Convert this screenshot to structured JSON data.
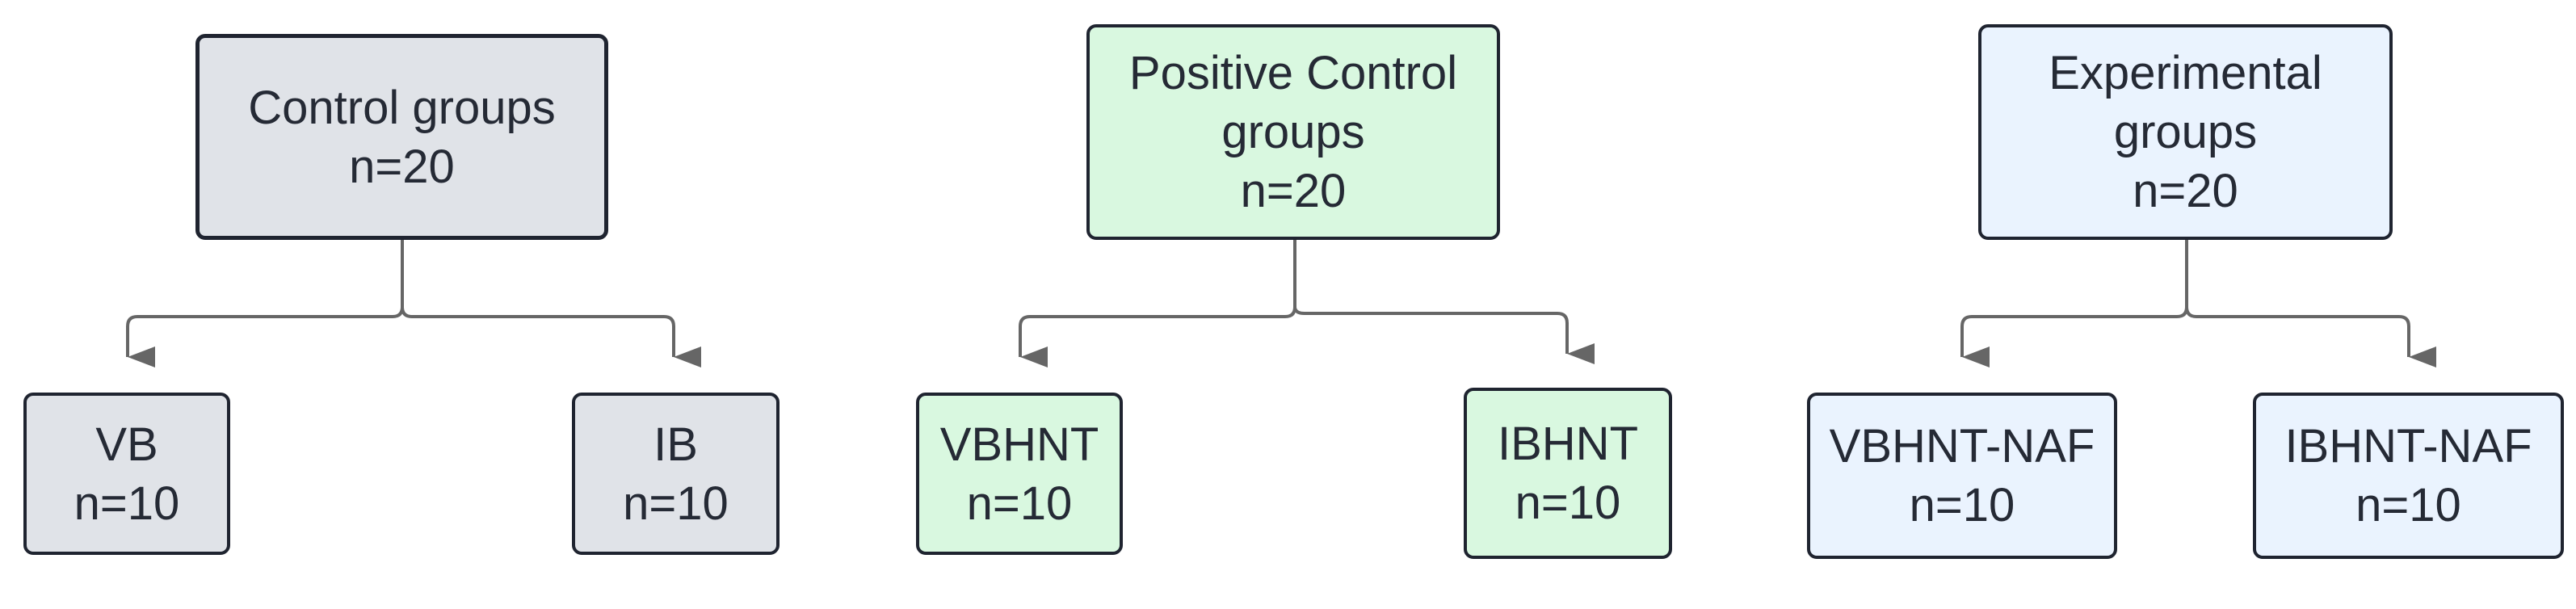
{
  "colors": {
    "control_fill": "#e0e3e8",
    "positive_fill": "#d9f8e0",
    "experimental_fill": "#eaf3fe",
    "border": "#1f2430",
    "connector": "#666666",
    "text": "#252a35"
  },
  "groups": [
    {
      "title_lines": [
        "Control groups"
      ],
      "count": "n=20",
      "children": [
        {
          "label": "VB",
          "count": "n=10"
        },
        {
          "label": "IB",
          "count": "n=10"
        }
      ]
    },
    {
      "title_lines": [
        "Positive Control",
        "groups"
      ],
      "count": "n=20",
      "children": [
        {
          "label": "VBHNT",
          "count": "n=10"
        },
        {
          "label": "IBHNT",
          "count": "n=10"
        }
      ]
    },
    {
      "title_lines": [
        "Experimental",
        "groups"
      ],
      "count": "n=20",
      "children": [
        {
          "label": "VBHNT-NAF",
          "count": "n=10"
        },
        {
          "label": "IBHNT-NAF",
          "count": "n=10"
        }
      ]
    }
  ]
}
